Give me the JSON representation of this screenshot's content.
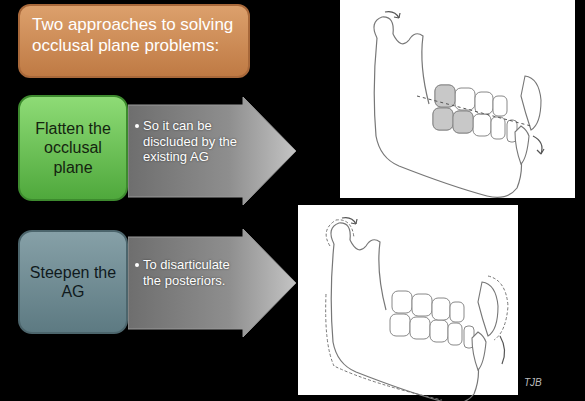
{
  "diagram": {
    "nodes": [
      {
        "text": [
          "Two approaches to solving occlusal plane problems:"
        ]
      },
      {
        "text": [
          "Flatten the occlusal plane"
        ]
      },
      {
        "text": [
          "So it can be discluded by the existing AG"
        ]
      },
      {
        "text": [
          "Steepen the AG"
        ]
      },
      {
        "text": [
          "To disarticulate the posteriors."
        ]
      }
    ],
    "labels": [
      "TJB"
    ]
  }
}
